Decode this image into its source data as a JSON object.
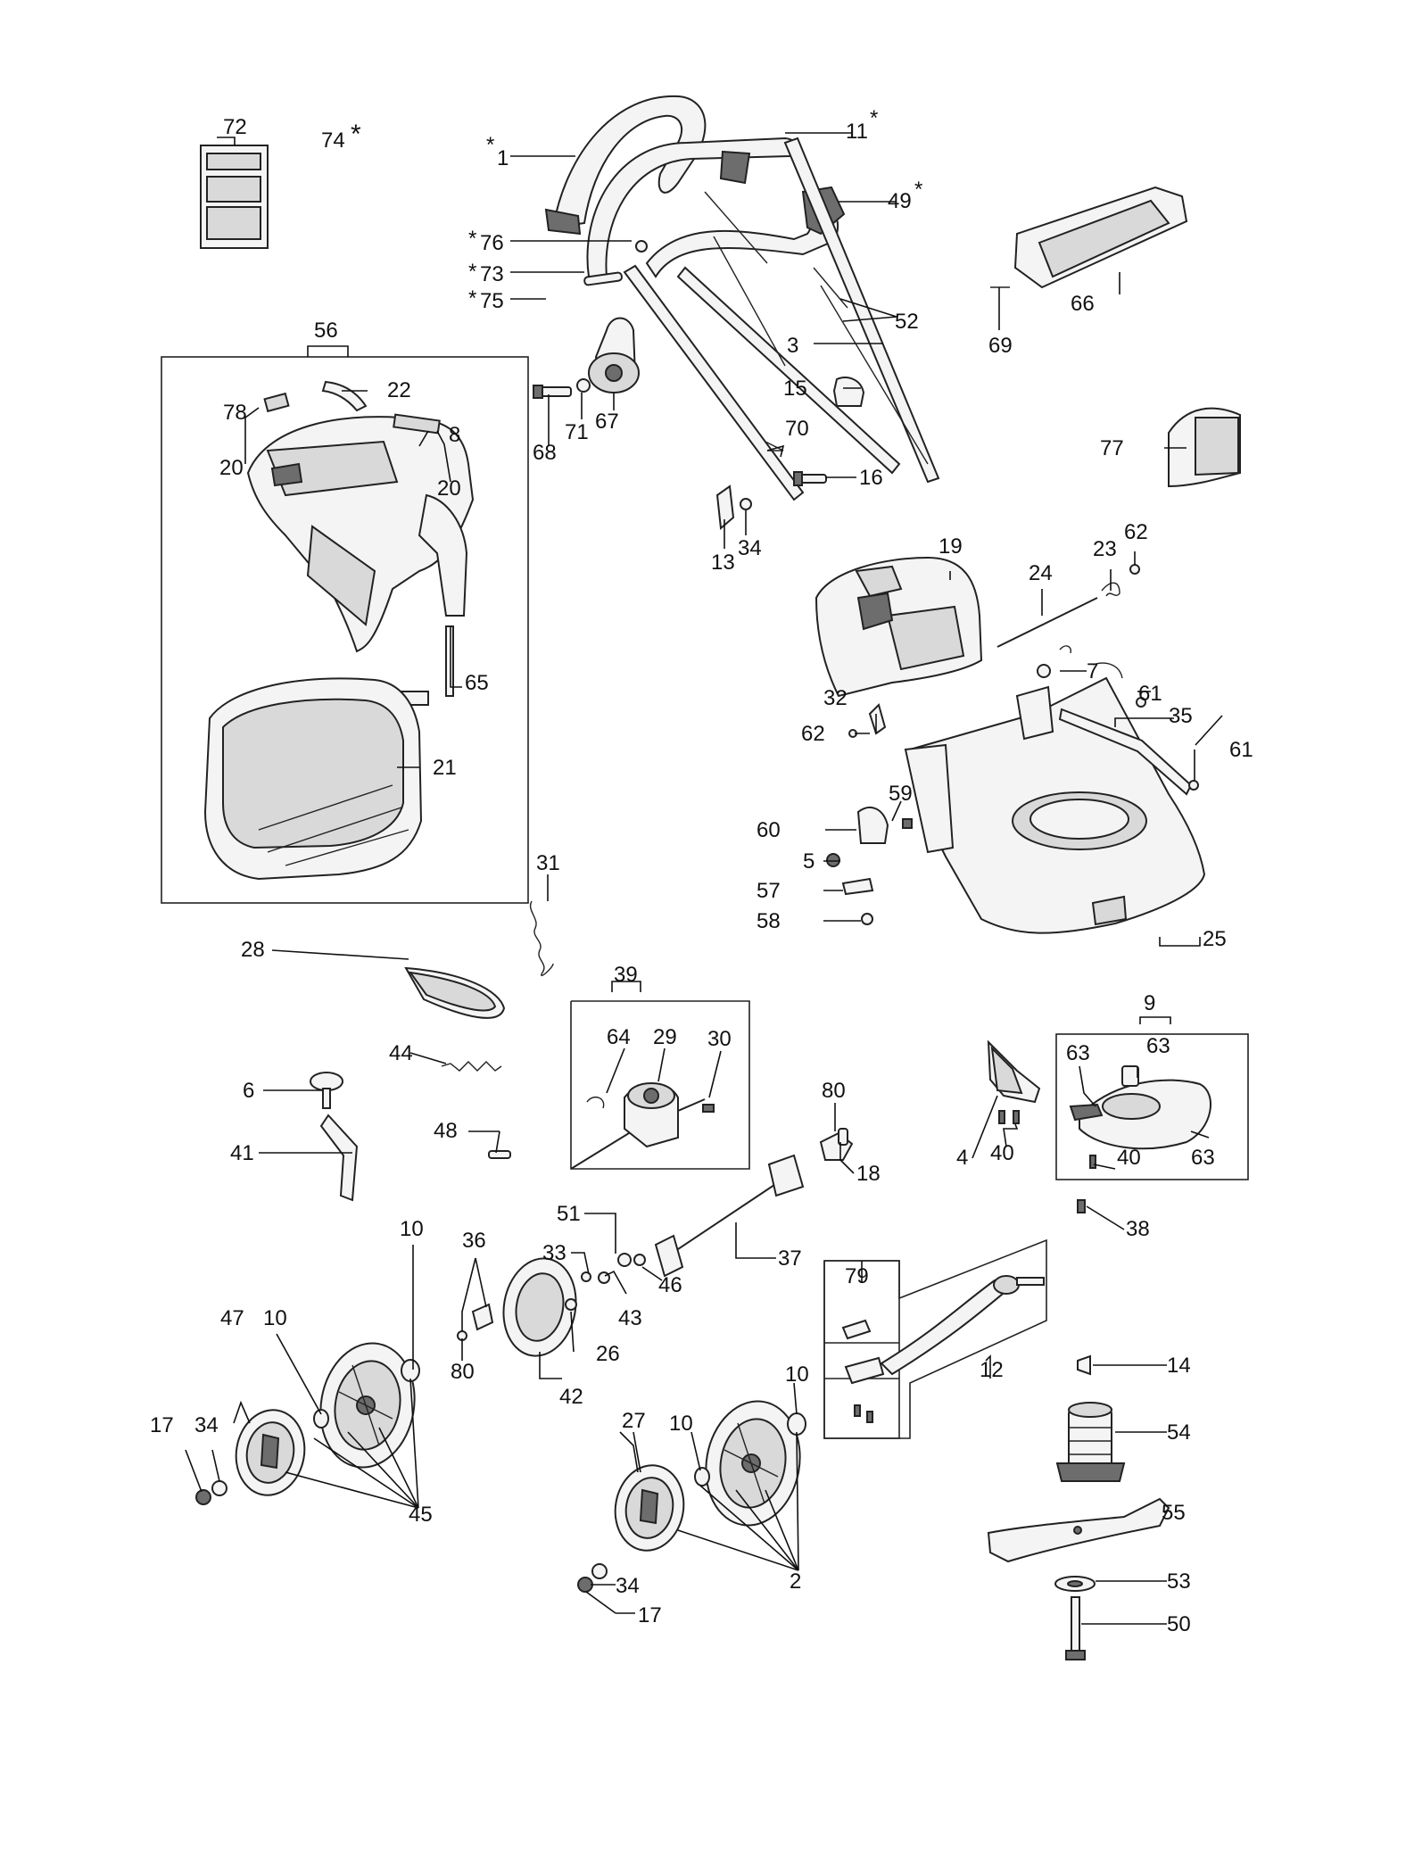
{
  "callouts": [
    {
      "id": "c72",
      "text": "72"
    },
    {
      "id": "c74",
      "text": "74"
    },
    {
      "id": "c1",
      "text": "1"
    },
    {
      "id": "c11",
      "text": "11"
    },
    {
      "id": "c49",
      "text": "49"
    },
    {
      "id": "c76",
      "text": "76"
    },
    {
      "id": "c73",
      "text": "73"
    },
    {
      "id": "c75",
      "text": "75"
    },
    {
      "id": "c52",
      "text": "52"
    },
    {
      "id": "c3",
      "text": "3"
    },
    {
      "id": "c66",
      "text": "66"
    },
    {
      "id": "c69",
      "text": "69"
    },
    {
      "id": "c56",
      "text": "56"
    },
    {
      "id": "c22",
      "text": "22"
    },
    {
      "id": "c78",
      "text": "78"
    },
    {
      "id": "c8",
      "text": "8"
    },
    {
      "id": "c20a",
      "text": "20"
    },
    {
      "id": "c20b",
      "text": "20"
    },
    {
      "id": "c68",
      "text": "68"
    },
    {
      "id": "c71",
      "text": "71"
    },
    {
      "id": "c67",
      "text": "67"
    },
    {
      "id": "c15",
      "text": "15"
    },
    {
      "id": "c70",
      "text": "70"
    },
    {
      "id": "c77",
      "text": "77"
    },
    {
      "id": "c16",
      "text": "16"
    },
    {
      "id": "c13",
      "text": "13"
    },
    {
      "id": "c34a",
      "text": "34"
    },
    {
      "id": "c19",
      "text": "19"
    },
    {
      "id": "c23",
      "text": "23"
    },
    {
      "id": "c62a",
      "text": "62"
    },
    {
      "id": "c24",
      "text": "24"
    },
    {
      "id": "c65",
      "text": "65"
    },
    {
      "id": "c7",
      "text": "7"
    },
    {
      "id": "c61a",
      "text": "61"
    },
    {
      "id": "c32",
      "text": "32"
    },
    {
      "id": "c35",
      "text": "35"
    },
    {
      "id": "c62b",
      "text": "62"
    },
    {
      "id": "c61b",
      "text": "61"
    },
    {
      "id": "c21",
      "text": "21"
    },
    {
      "id": "c59",
      "text": "59"
    },
    {
      "id": "c60",
      "text": "60"
    },
    {
      "id": "c5",
      "text": "5"
    },
    {
      "id": "c31",
      "text": "31"
    },
    {
      "id": "c57",
      "text": "57"
    },
    {
      "id": "c58",
      "text": "58"
    },
    {
      "id": "c25",
      "text": "25"
    },
    {
      "id": "c28",
      "text": "28"
    },
    {
      "id": "c39",
      "text": "39"
    },
    {
      "id": "c9",
      "text": "9"
    },
    {
      "id": "c64",
      "text": "64"
    },
    {
      "id": "c29",
      "text": "29"
    },
    {
      "id": "c30",
      "text": "30"
    },
    {
      "id": "c44",
      "text": "44"
    },
    {
      "id": "c63a",
      "text": "63"
    },
    {
      "id": "c63b",
      "text": "63"
    },
    {
      "id": "c80a",
      "text": "80"
    },
    {
      "id": "c6",
      "text": "6"
    },
    {
      "id": "c48",
      "text": "48"
    },
    {
      "id": "c18",
      "text": "18"
    },
    {
      "id": "c4",
      "text": "4"
    },
    {
      "id": "c40a",
      "text": "40"
    },
    {
      "id": "c40b",
      "text": "40"
    },
    {
      "id": "c63c",
      "text": "63"
    },
    {
      "id": "c41",
      "text": "41"
    },
    {
      "id": "c38",
      "text": "38"
    },
    {
      "id": "c51",
      "text": "51"
    },
    {
      "id": "c37",
      "text": "37"
    },
    {
      "id": "c36",
      "text": "36"
    },
    {
      "id": "c33",
      "text": "33"
    },
    {
      "id": "c46",
      "text": "46"
    },
    {
      "id": "c79",
      "text": "79"
    },
    {
      "id": "c43",
      "text": "43"
    },
    {
      "id": "c10a",
      "text": "10"
    },
    {
      "id": "c10b",
      "text": "10"
    },
    {
      "id": "c47",
      "text": "47"
    },
    {
      "id": "c26",
      "text": "26"
    },
    {
      "id": "c80b",
      "text": "80"
    },
    {
      "id": "c12",
      "text": "12"
    },
    {
      "id": "c14",
      "text": "14"
    },
    {
      "id": "c42",
      "text": "42"
    },
    {
      "id": "c10c",
      "text": "10"
    },
    {
      "id": "c27",
      "text": "27"
    },
    {
      "id": "c10d",
      "text": "10"
    },
    {
      "id": "c54",
      "text": "54"
    },
    {
      "id": "c17a",
      "text": "17"
    },
    {
      "id": "c34b",
      "text": "34"
    },
    {
      "id": "c45",
      "text": "45"
    },
    {
      "id": "c55",
      "text": "55"
    },
    {
      "id": "c2",
      "text": "2"
    },
    {
      "id": "c53",
      "text": "53"
    },
    {
      "id": "c34c",
      "text": "34"
    },
    {
      "id": "c17b",
      "text": "17"
    },
    {
      "id": "c50",
      "text": "50"
    }
  ],
  "marks": {
    "star74": "*",
    "star1": "*",
    "star11": "*",
    "star49": "*",
    "star76": "*",
    "star73": "*",
    "star75": "*"
  }
}
